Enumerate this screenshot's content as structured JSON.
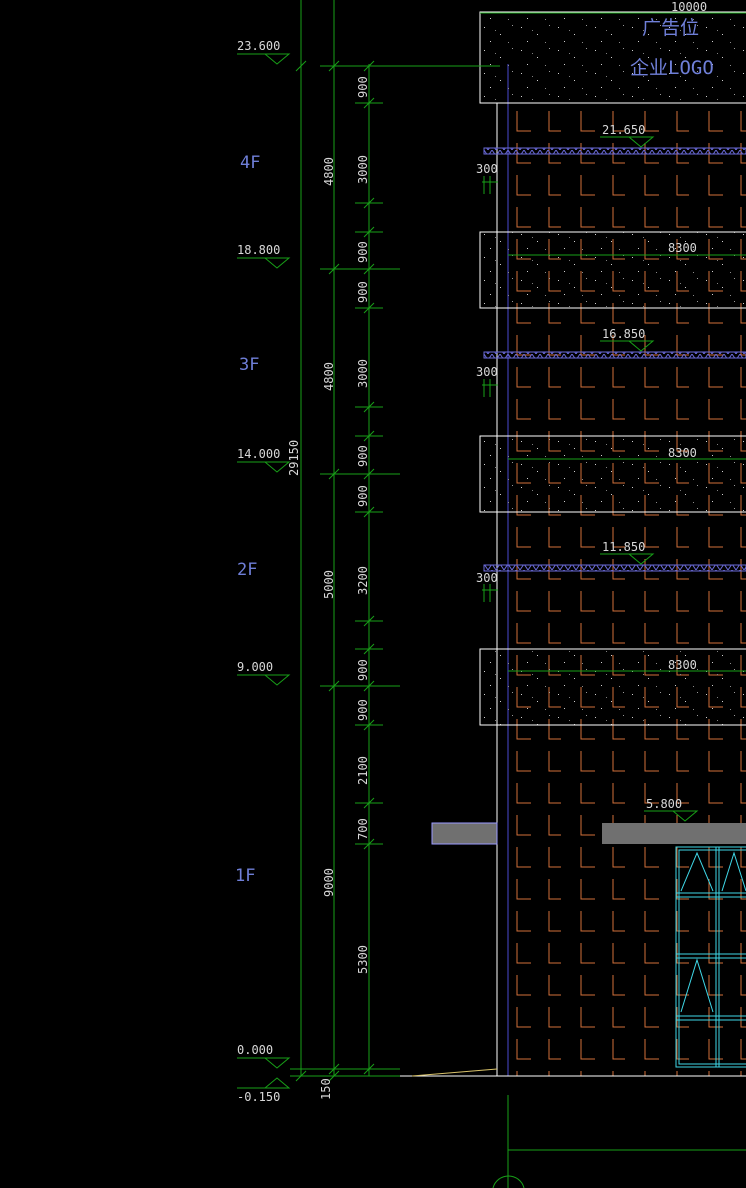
{
  "colors": {
    "background": "#000000",
    "dimension": "#18a018",
    "level_text": "#d8d8d8",
    "floor_label": "#6f7fd8",
    "brick": "#d2703a",
    "wall": "#ffffff",
    "canopy": "#707070",
    "glazing": "#3fd8e8",
    "railing": "#6a6ad8"
  },
  "levels": [
    "23.600",
    "18.800",
    "14.000",
    "9.000",
    "0.000",
    "-0.150"
  ],
  "floors": [
    "4F",
    "3F",
    "2F",
    "1F"
  ],
  "overall_dim": "29150",
  "plinth_dim": "150",
  "storey_dims": [
    "4800",
    "4800",
    "5000",
    "9000"
  ],
  "detail_dims": [
    "900",
    "3000",
    "900",
    "900",
    "3000",
    "900",
    "900",
    "3200",
    "900",
    "900",
    "2100",
    "700",
    "5300"
  ],
  "band_widths": [
    "10000",
    "8300",
    "8300",
    "8300"
  ],
  "slab_levels": [
    "21.650",
    "16.850",
    "11.850",
    "5.800"
  ],
  "slab_offsets": [
    "300",
    "300",
    "300"
  ],
  "sign": {
    "line1": "广告位",
    "line2": "企业LOGO"
  }
}
